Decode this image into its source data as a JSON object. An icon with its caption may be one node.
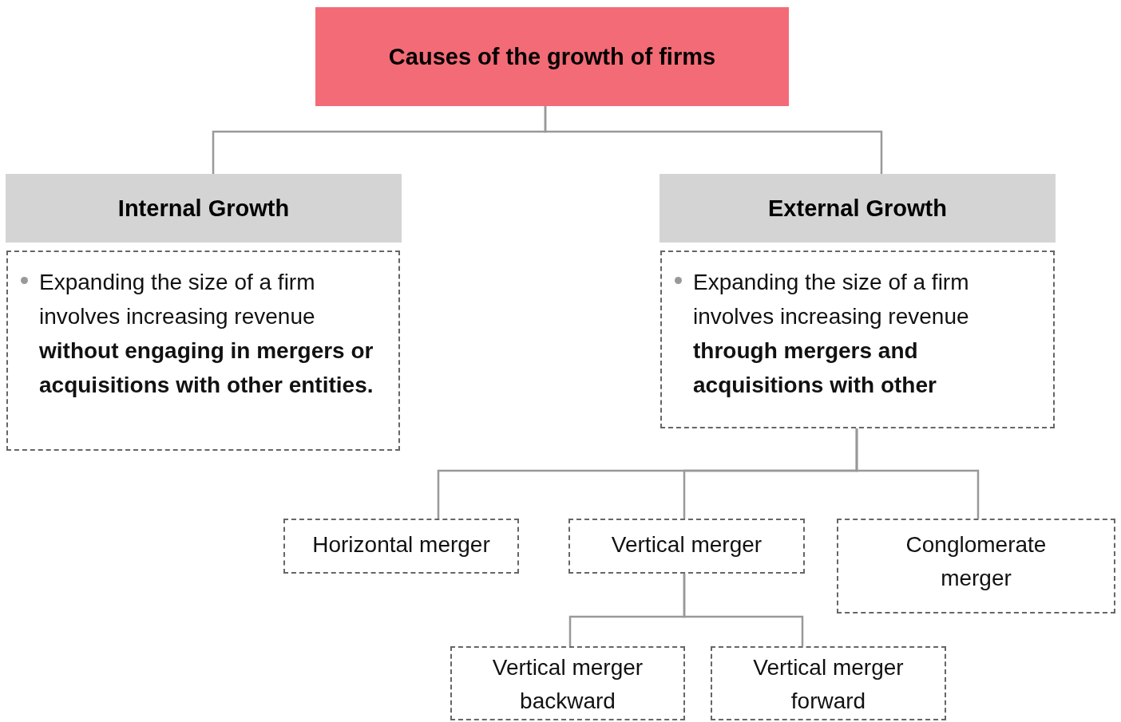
{
  "diagram": {
    "nodes": [
      {
        "text": [
          "Causes of the growth of firms"
        ]
      },
      {
        "text": [
          "Internal Growth"
        ]
      },
      {
        "text": [
          "Expanding the size of a firm involves increasing revenue **without engaging in mergers or acquisitions with other entities.**"
        ]
      },
      {
        "text": [
          "External Growth"
        ]
      },
      {
        "text": [
          "Expanding the size of a firm involves increasing revenue **through mergers and acquisitions with other**"
        ]
      },
      {
        "text": [
          "Horizontal merger"
        ]
      },
      {
        "text": [
          "Vertical merger"
        ]
      },
      {
        "text": [
          "Conglomerate merger"
        ]
      },
      {
        "text": [
          "Vertical merger backward"
        ]
      },
      {
        "text": [
          "Vertical merger forward"
        ]
      }
    ],
    "edges": [
      {
        "from": 0,
        "to": 1,
        "arrow": "none"
      },
      {
        "from": 0,
        "to": 3,
        "arrow": "none"
      },
      {
        "from": 4,
        "to": 5,
        "arrow": "none"
      },
      {
        "from": 4,
        "to": 6,
        "arrow": "none"
      },
      {
        "from": 4,
        "to": 7,
        "arrow": "none"
      },
      {
        "from": 6,
        "to": 8,
        "arrow": "none"
      },
      {
        "from": 6,
        "to": 9,
        "arrow": "none"
      }
    ]
  }
}
